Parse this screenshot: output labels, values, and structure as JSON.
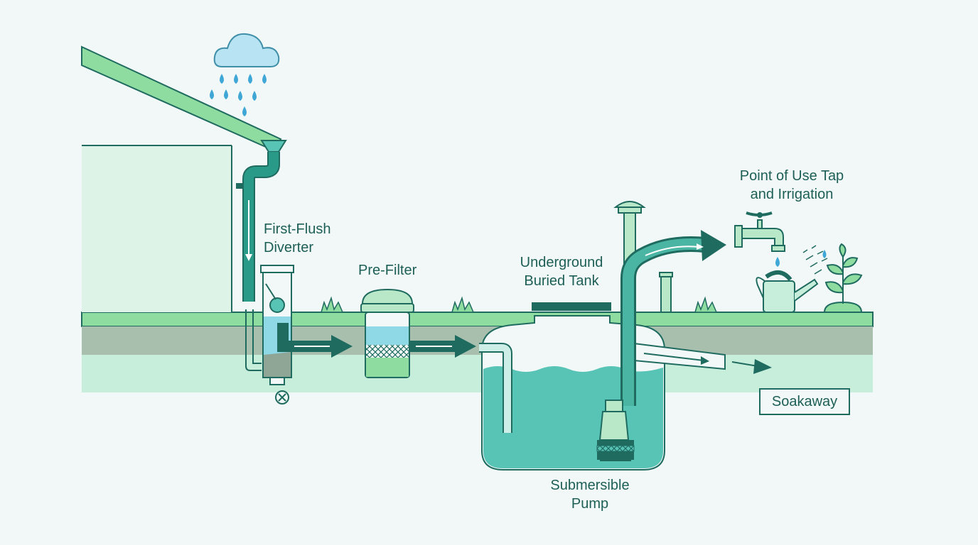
{
  "labels": {
    "first_flush": [
      "First-Flush",
      "Diverter"
    ],
    "pre_filter": "Pre-Filter",
    "tank": [
      "Underground",
      "Buried Tank"
    ],
    "point_of_use": [
      "Point of Use Tap",
      "and Irrigation"
    ],
    "soakaway": "Soakaway",
    "pump": [
      "Submersible",
      "Pump"
    ]
  },
  "colors": {
    "background": "#f1f8f7",
    "outline": "#1f6b60",
    "pipe": "#2a8f7e",
    "water": "#58c4b6",
    "grass": "#8fdca0",
    "soil": "#a8bfae",
    "sky_drops": "#3fa7d6"
  },
  "icons": [
    "rain-cloud-icon",
    "tap-icon",
    "watering-can-icon",
    "plant-icon",
    "grass-tuft-icon",
    "valve-icon"
  ]
}
